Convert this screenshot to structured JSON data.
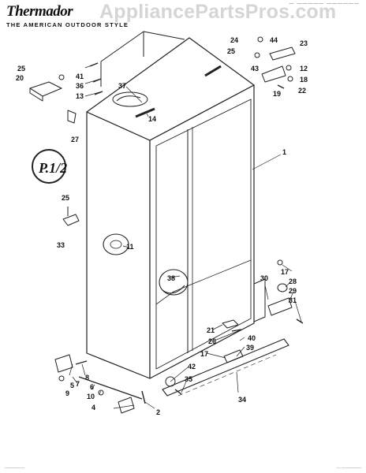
{
  "header": {
    "brand": "Thermador",
    "tagline": "THE AMERICAN OUTDOOR STYLE",
    "watermark": "AppliancePartsPros.com",
    "model_code": "— ————— ——————"
  },
  "stamp": {
    "text": "P.1/2"
  },
  "footer": {
    "left": "—————",
    "right": "— —————"
  },
  "callouts": [
    "1",
    "2",
    "4",
    "5",
    "6",
    "7",
    "8",
    "9",
    "10",
    "11",
    "12",
    "13",
    "14",
    "17",
    "17",
    "18",
    "19",
    "20",
    "21",
    "22",
    "23",
    "24",
    "25",
    "25",
    "25",
    "26",
    "27",
    "28",
    "29",
    "30",
    "31",
    "33",
    "34",
    "35",
    "36",
    "37",
    "38",
    "39",
    "40",
    "41",
    "42",
    "43",
    "44"
  ]
}
